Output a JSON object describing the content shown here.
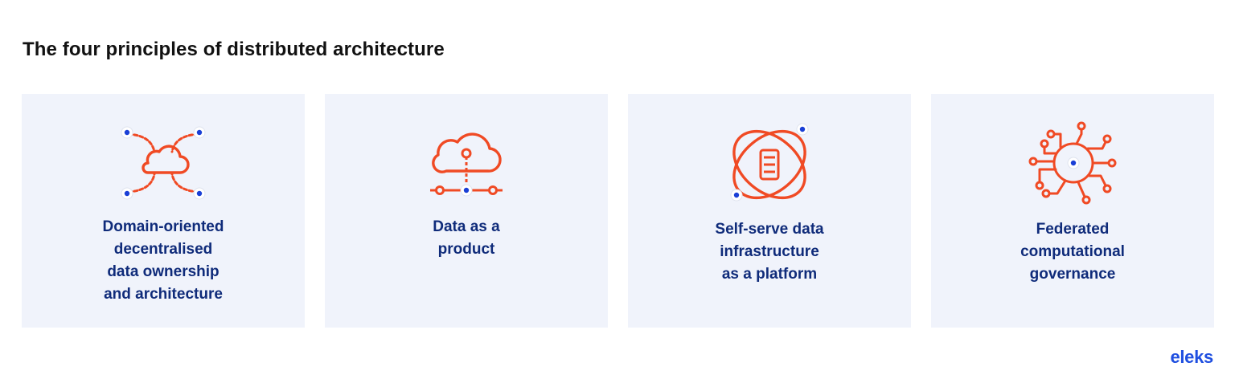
{
  "title": "The four principles of distributed architecture",
  "principles": [
    {
      "label": "Domain-oriented\ndecentralised\ndata ownership\nand architecture",
      "icon": "cloud-network-icon"
    },
    {
      "label": "Data as a\nproduct",
      "icon": "cloud-data-product-icon"
    },
    {
      "label": "Self-serve data\ninfrastructure\nas a platform",
      "icon": "atom-chip-icon"
    },
    {
      "label": "Federated\ncomputational\ngovernance",
      "icon": "circuit-governance-icon"
    }
  ],
  "brand": "eleks",
  "colors": {
    "accent": "#f04a24",
    "dot": "#1a3fd6",
    "card_bg": "#f0f3fb",
    "label": "#0f2b7a",
    "brand": "#1f4fe0"
  }
}
